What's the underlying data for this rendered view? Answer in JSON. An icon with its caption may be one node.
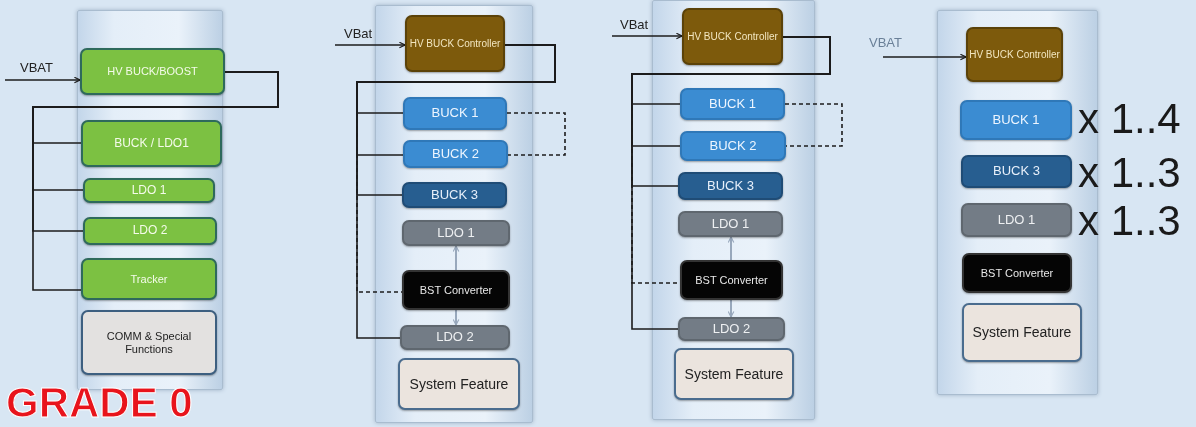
{
  "diagram": {
    "nodes": [
      {
        "text": [],
        "shape": "box"
      },
      {
        "text": [
          "HV BUCK/BOOST"
        ],
        "in": 0
      },
      {
        "text": [
          "BUCK / LDO1"
        ],
        "in": 0
      },
      {
        "text": [
          "LDO 1"
        ],
        "in": 0
      },
      {
        "text": [
          "LDO 2"
        ],
        "in": 0
      },
      {
        "text": [
          "Tracker"
        ],
        "in": 0
      },
      {
        "text": [
          "COMM & Special Functions"
        ],
        "in": 0
      },
      {
        "text": [],
        "shape": "box"
      },
      {
        "text": [
          "HV BUCK Controller"
        ],
        "in": 7
      },
      {
        "text": [
          "BUCK 1"
        ],
        "in": 7
      },
      {
        "text": [
          "BUCK 2"
        ],
        "in": 7
      },
      {
        "text": [
          "BUCK 3"
        ],
        "in": 7
      },
      {
        "text": [
          "LDO 1"
        ],
        "in": 7
      },
      {
        "text": [
          "BST Converter"
        ],
        "in": 7
      },
      {
        "text": [
          "LDO 2"
        ],
        "in": 7
      },
      {
        "text": [
          "System Feature"
        ],
        "in": 7
      },
      {
        "text": [],
        "shape": "box"
      },
      {
        "text": [
          "HV BUCK Controller"
        ],
        "in": 16
      },
      {
        "text": [
          "BUCK 1"
        ],
        "in": 16
      },
      {
        "text": [
          "BUCK 2"
        ],
        "in": 16
      },
      {
        "text": [
          "BUCK 3"
        ],
        "in": 16
      },
      {
        "text": [
          "LDO 1"
        ],
        "in": 16
      },
      {
        "text": [
          "BST Converter"
        ],
        "in": 16
      },
      {
        "text": [
          "LDO 2"
        ],
        "in": 16
      },
      {
        "text": [
          "System Feature"
        ],
        "in": 16
      },
      {
        "text": [],
        "shape": "box"
      },
      {
        "text": [
          "HV BUCK Controller"
        ],
        "in": 25
      },
      {
        "text": [
          "BUCK 1"
        ],
        "in": 25,
        "beside": [
          "x 1..4"
        ]
      },
      {
        "text": [
          "BUCK 3"
        ],
        "in": 25,
        "beside": [
          "x 1..3"
        ]
      },
      {
        "text": [
          "LDO 1"
        ],
        "in": 25,
        "beside": [
          "x 1..3"
        ]
      },
      {
        "text": [
          "BST Converter"
        ],
        "in": 25
      },
      {
        "text": [
          "System Feature"
        ],
        "in": 25
      }
    ],
    "edges": [
      {
        "from": null,
        "to": 1,
        "arrow": "to",
        "label": "VBAT"
      },
      {
        "from": 1,
        "to": 2,
        "arrow": "none"
      },
      {
        "from": 1,
        "to": 3,
        "arrow": "none"
      },
      {
        "from": 1,
        "to": 4,
        "arrow": "none"
      },
      {
        "from": 1,
        "to": 5,
        "arrow": "none"
      },
      {
        "from": null,
        "to": 8,
        "arrow": "to",
        "label": "VBat"
      },
      {
        "from": 8,
        "to": 9,
        "arrow": "none"
      },
      {
        "from": 8,
        "to": 10,
        "arrow": "none"
      },
      {
        "from": 8,
        "to": 11,
        "arrow": "none"
      },
      {
        "from": 8,
        "to": 14,
        "arrow": "none"
      },
      {
        "from": 8,
        "to": 13,
        "arrow": "none",
        "style": "dashed"
      },
      {
        "from": 9,
        "to": 10,
        "arrow": "none",
        "style": "dashed"
      },
      {
        "from": 13,
        "to": 12,
        "arrow": "to",
        "color": "#98a8bc"
      },
      {
        "from": 13,
        "to": 14,
        "arrow": "to",
        "color": "#98a8bc"
      },
      {
        "from": null,
        "to": 17,
        "arrow": "to",
        "label": "VBat"
      },
      {
        "from": 17,
        "to": 18,
        "arrow": "none"
      },
      {
        "from": 17,
        "to": 19,
        "arrow": "none"
      },
      {
        "from": 17,
        "to": 20,
        "arrow": "none"
      },
      {
        "from": 17,
        "to": 23,
        "arrow": "none"
      },
      {
        "from": 17,
        "to": 22,
        "arrow": "none",
        "style": "dashed"
      },
      {
        "from": 18,
        "to": 19,
        "arrow": "none",
        "style": "dashed"
      },
      {
        "from": 22,
        "to": 21,
        "arrow": "to",
        "color": "#98a8bc"
      },
      {
        "from": 22,
        "to": 23,
        "arrow": "to",
        "color": "#98a8bc"
      },
      {
        "from": null,
        "to": 26,
        "arrow": "to",
        "label": "VBAT"
      }
    ],
    "labels": [
      "GRADE 0"
    ]
  }
}
